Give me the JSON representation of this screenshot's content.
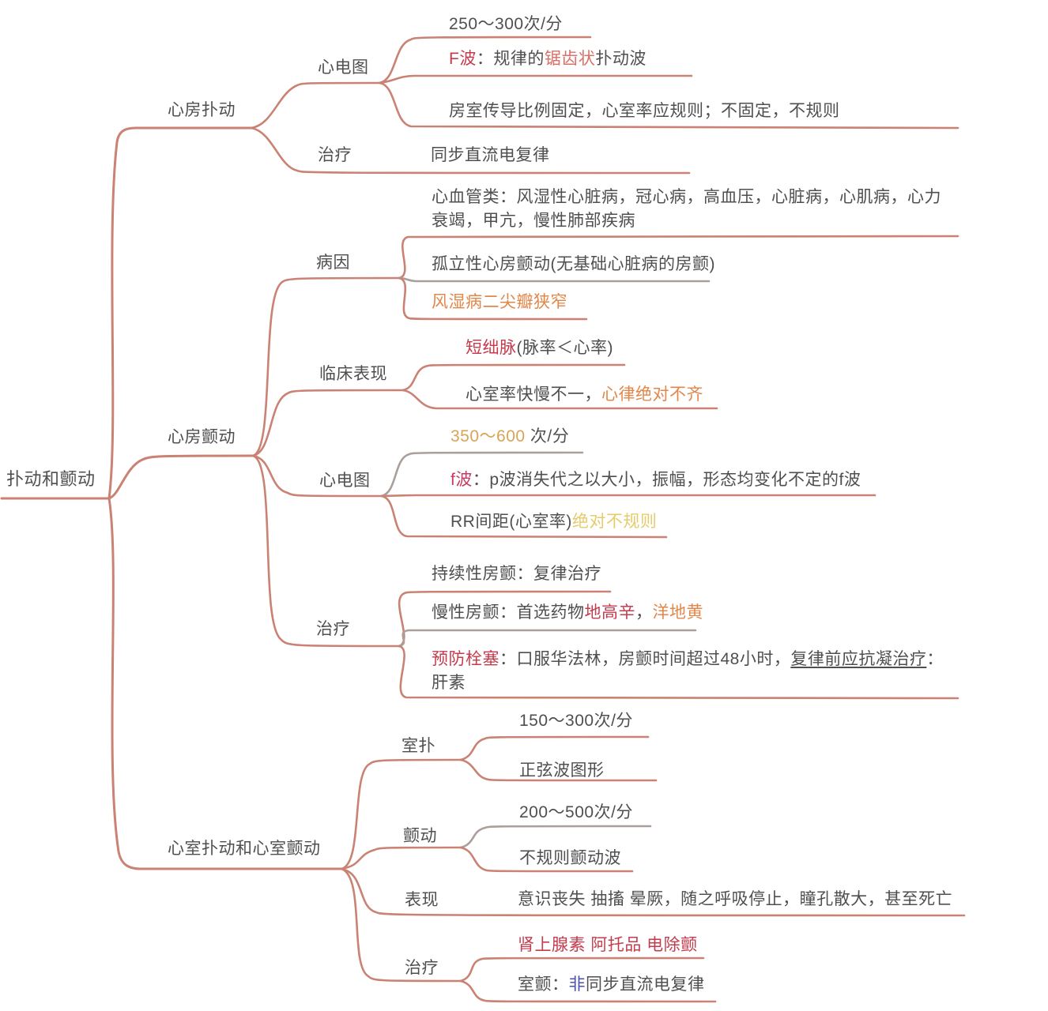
{
  "root": {
    "label": "扑动和颤动"
  },
  "atrial_flutter": {
    "label": "心房扑动",
    "ecg": {
      "label": "心电图",
      "rate": "250～300次/分",
      "f_wave": [
        {
          "t": "F波"
        },
        {
          "t": "：规律的"
        },
        {
          "t": "锯齿状"
        },
        {
          "t": "扑动波"
        }
      ],
      "av_conduction": "房室传导比例固定，心室率应规则；不固定，不规则"
    },
    "treatment": {
      "label": "治疗",
      "item": "同步直流电复律"
    }
  },
  "atrial_fibrillation": {
    "label": "心房颤动",
    "etiology": {
      "label": "病因",
      "cardiovascular": "心血管类：风湿性心脏病，冠心病，高血压，心脏病，心肌病，心力衰竭，甲亢，慢性肺部疾病",
      "isolated": "孤立性心房颤动(无基础心脏病的房颤)",
      "rheumatic": "风湿病二尖瓣狭窄"
    },
    "clinical": {
      "label": "临床表现",
      "pulse_deficit": [
        {
          "t": "短绌脉"
        },
        {
          "t": "(脉率＜心率)"
        }
      ],
      "rate_variation": [
        {
          "t": "心室率快慢不一，"
        },
        {
          "t": "心律绝对不齐"
        }
      ]
    },
    "ecg": {
      "label": "心电图",
      "rate": [
        {
          "t": "350～600"
        },
        {
          "t": " 次/分"
        }
      ],
      "f_wave": [
        {
          "t": "f波"
        },
        {
          "t": "：p波消失代之以大小，振幅，形态均变化不定的f波"
        }
      ],
      "rr": [
        {
          "t": "RR间距(心室率)"
        },
        {
          "t": "绝对不规则"
        }
      ]
    },
    "treatment": {
      "label": "治疗",
      "persistent": "持续性房颤：复律治疗",
      "chronic": [
        {
          "t": "慢性房颤：首选药物"
        },
        {
          "t": "地高辛"
        },
        {
          "t": "，"
        },
        {
          "t": "洋地黄"
        }
      ],
      "prevention": [
        {
          "t": "预防栓塞"
        },
        {
          "t": "：口服华法林，房颤时间超过48小时，"
        },
        {
          "t": "复律前应抗凝治疗"
        },
        {
          "t": "：肝素"
        }
      ]
    }
  },
  "ventricular": {
    "label": "心室扑动和心室颤动",
    "v_flutter": {
      "label": "室扑",
      "rate": "150～300次/分",
      "waveform": "正弦波图形"
    },
    "v_fibrillation": {
      "label": "颤动",
      "rate": "200～500次/分",
      "waveform": "不规则颤动波"
    },
    "manifestation": {
      "label": "表现",
      "item": "意识丧失 抽搐 晕厥，随之呼吸停止，瞳孔散大，甚至死亡"
    },
    "treatment": {
      "label": "治疗",
      "drugs": "肾上腺素 阿托品 电除颤",
      "v_fib": [
        {
          "t": "室颤："
        },
        {
          "t": "非"
        },
        {
          "t": "同步直流电复律"
        }
      ]
    }
  },
  "colors": {
    "line": "#c98273",
    "text": "#4f4f4f",
    "red": "#c43b4e",
    "salmon": "#d9716a",
    "orange": "#e2874a",
    "tan": "#d9a455",
    "yellow": "#e5cc6a",
    "magenta": "#c93a62",
    "blue": "#4a50b5"
  }
}
